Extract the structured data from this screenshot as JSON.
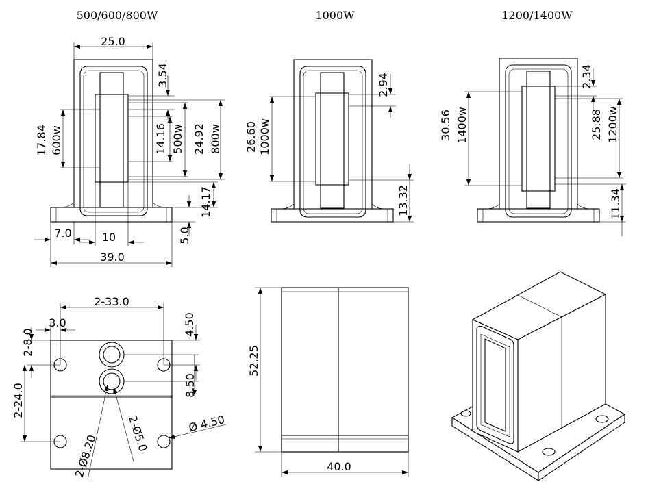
{
  "titles": {
    "t500": "500/600/800W",
    "t1000": "1000W",
    "t1200": "1200/1400W"
  },
  "view1": {
    "width_top": "25.0",
    "d354": "3.54",
    "d1784": "17.84",
    "w600": "600w",
    "d1416": "14.16",
    "w500": "500w",
    "d2492": "24.92",
    "w800": "800w",
    "d1417": "14.17",
    "d50": "5.0",
    "d70": "7.0",
    "d10": "10",
    "d390": "39.0"
  },
  "view2": {
    "d294": "2.94",
    "d2660": "26.60",
    "w1000": "1000w",
    "d1332": "13.32"
  },
  "view3": {
    "d234": "2.34",
    "d3056": "30.56",
    "w1400": "1400w",
    "d2588": "25.88",
    "w1200": "1200w",
    "d1134": "11.34"
  },
  "view4": {
    "d2_330": "2-33.0",
    "d30": "3.0",
    "d450": "4.50",
    "d2_80": "2-8.0",
    "d850": "8.50",
    "d2_240": "2-24.0",
    "d_phi820": "2-Ø8.20",
    "d_phi50": "2-Ø5.0",
    "d_phi450": "Ø 4.50"
  },
  "view5": {
    "d5225": "52.25",
    "d400": "40.0"
  }
}
